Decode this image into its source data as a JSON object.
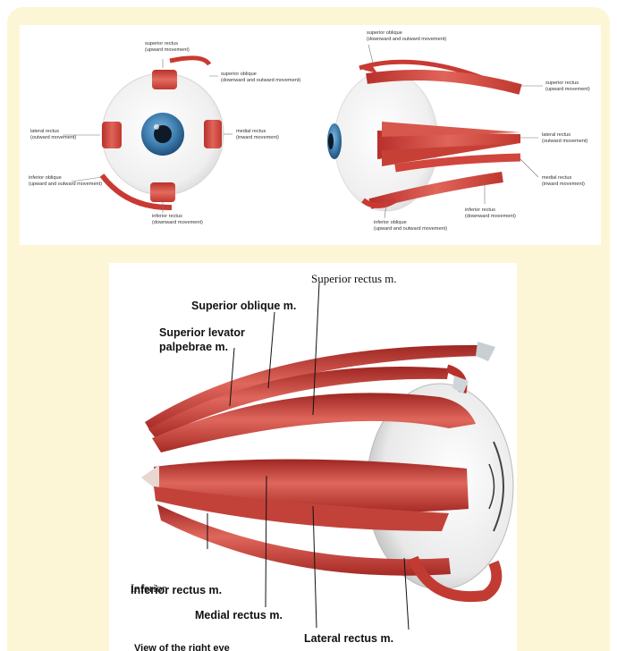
{
  "top_diagram": {
    "front_view": {
      "superior_rectus": [
        "superior rectus",
        "(upward movement)"
      ],
      "superior_oblique": [
        "superior oblique",
        "(downward and outward movement)"
      ],
      "lateral_rectus": [
        "lateral rectus",
        "(outward movement)"
      ],
      "medial_rectus": [
        "medial rectus",
        "(inward movement)"
      ],
      "inferior_oblique": [
        "inferior oblique",
        "(upward and outward movement)"
      ],
      "inferior_rectus": [
        "inferior rectus",
        "(downward movement)"
      ]
    },
    "side_view": {
      "superior_oblique": [
        "superior oblique",
        "(downward and outward movement)"
      ],
      "superior_rectus": [
        "superior rectus",
        "(upward movement)"
      ],
      "lateral_rectus": [
        "lateral rectus",
        "(outward movement)"
      ],
      "medial_rectus": [
        "medial rectus",
        "(inward movement)"
      ],
      "inferior_rectus": [
        "inferior rectus",
        "(downward movement)"
      ],
      "inferior_oblique": [
        "inferior oblique",
        "(upward and outward movement)"
      ]
    }
  },
  "bottom_diagram": {
    "superior_rectus": "Superior rectus m.",
    "superior_oblique": "Superior oblique m.",
    "levator_line1": "Superior levator",
    "levator_line2": "palpebrae m.",
    "inferior_rectus_overlay": "Inferior",
    "inferior_rectus": "Inferior rectus m.",
    "medial_rectus": "Medial rectus m.",
    "lateral_rectus": "Lateral rectus m.",
    "caption_fragment": "View of the right eye"
  },
  "colors": {
    "frame_bg": "#fdf6d6",
    "muscle": "#d64a40",
    "muscle_dark": "#a82a25",
    "iris": "#3f7fb0",
    "sclera": "#f4f4f4"
  }
}
